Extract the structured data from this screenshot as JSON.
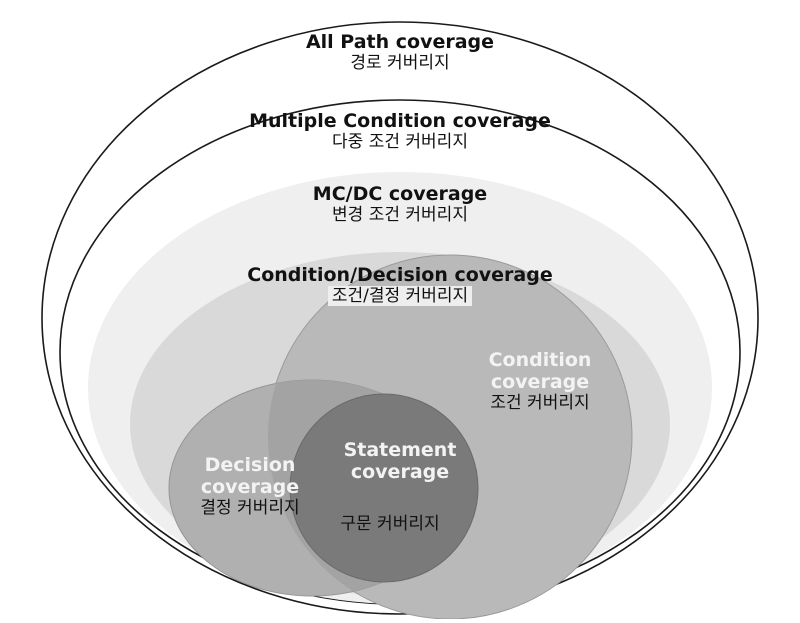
{
  "diagram": {
    "levels": [
      {
        "id": "all-path",
        "en": "All Path coverage",
        "ko": "경로 커버리지",
        "fill": "#ffffff"
      },
      {
        "id": "multiple-condition",
        "en": "Multiple Condition coverage",
        "ko": "다중 조건 커버리지",
        "fill": "#ffffff"
      },
      {
        "id": "mcdc",
        "en": "MC/DC coverage",
        "ko": "변경 조건 커버리지",
        "fill": "#efefef"
      },
      {
        "id": "condition-decision",
        "en": "Condition/Decision coverage",
        "ko": "조건/결정 커버리지",
        "fill": "#d9d9d9"
      }
    ],
    "inner": {
      "condition": {
        "en_line1": "Condition",
        "en_line2": "coverage",
        "ko": "조건 커버리지",
        "fill": "#b9b9b9"
      },
      "decision": {
        "en_line1": "Decision",
        "en_line2": "coverage",
        "ko": "결정 커버리지",
        "fill": "#b0b0b0"
      },
      "statement": {
        "en_line1": "Statement",
        "en_line2": "coverage",
        "ko": "구문 커버리지",
        "fill": "#7a7a7a"
      }
    }
  }
}
